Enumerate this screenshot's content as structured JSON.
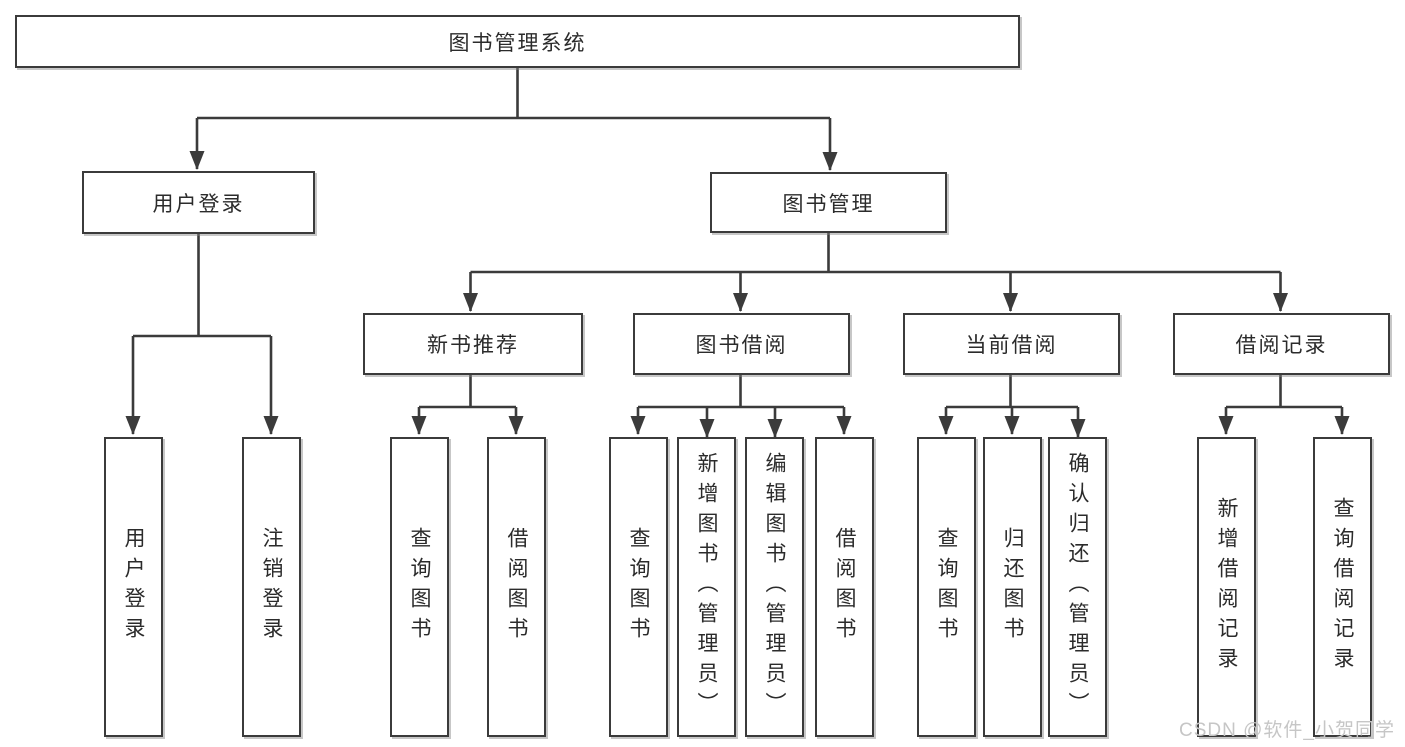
{
  "diagram": {
    "root": {
      "label": "图书管理系统"
    },
    "branches": [
      {
        "label": "用户登录",
        "children": [
          "用户登录",
          "注销登录"
        ]
      },
      {
        "label": "图书管理",
        "groups": [
          {
            "label": "新书推荐",
            "children": [
              "查询图书",
              "借阅图书"
            ]
          },
          {
            "label": "图书借阅",
            "children": [
              "查询图书",
              "新增图书（管理员）",
              "编辑图书（管理员）",
              "借阅图书"
            ]
          },
          {
            "label": "当前借阅",
            "children": [
              "查询图书",
              "归还图书",
              "确认归还（管理员）"
            ]
          },
          {
            "label": "借阅记录",
            "children": [
              "新增借阅记录",
              "查询借阅记录"
            ]
          }
        ]
      }
    ]
  },
  "watermark": "CSDN @软件_小贺同学",
  "colors": {
    "line": "#3b3b3b",
    "box_border": "#3b3b3b",
    "text": "#2b2b2b",
    "watermark": "#c6c6c6",
    "background": "#ffffff"
  }
}
